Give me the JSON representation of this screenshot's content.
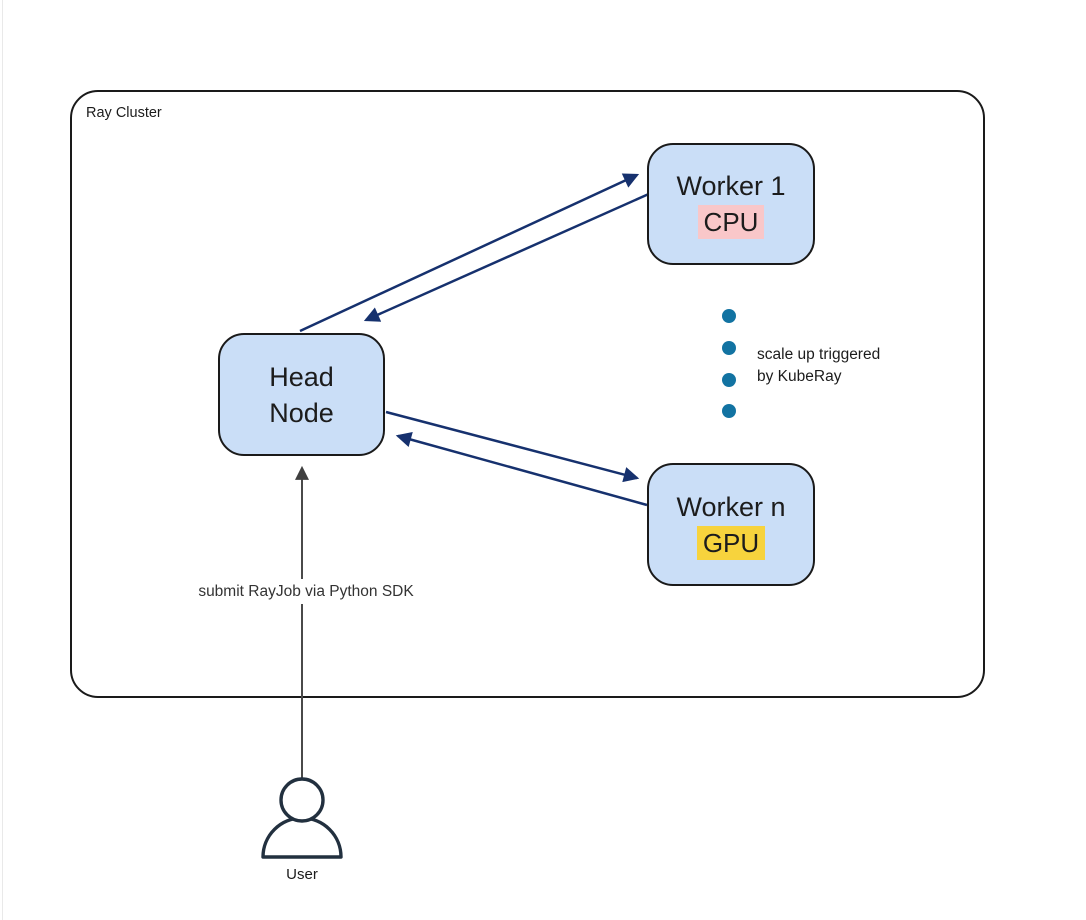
{
  "diagram": {
    "cluster": {
      "label": "Ray Cluster"
    },
    "nodes": {
      "head": {
        "line1": "Head",
        "line2": "Node"
      },
      "worker1": {
        "title": "Worker 1",
        "chip": "CPU"
      },
      "workerN": {
        "title": "Worker n",
        "chip": "GPU"
      }
    },
    "annotations": {
      "scale_note_line1": "scale up triggered",
      "scale_note_line2": "by KubeRay",
      "submit_label": "submit RayJob via Python SDK",
      "user_label": "User"
    },
    "icons": {
      "user_icon": "person-outline-icon",
      "ellipsis_icon": "vertical-ellipsis-dots"
    },
    "colors": {
      "node_fill": "#cadef7",
      "node_border": "#1a1a1a",
      "cpu_highlight": "#f9c7c9",
      "gpu_highlight": "#f7d33d",
      "arrow_navy": "#16316e",
      "arrow_gray": "#4a4a4a",
      "dot_teal": "#1273a2",
      "person_stroke": "#22303f"
    }
  }
}
